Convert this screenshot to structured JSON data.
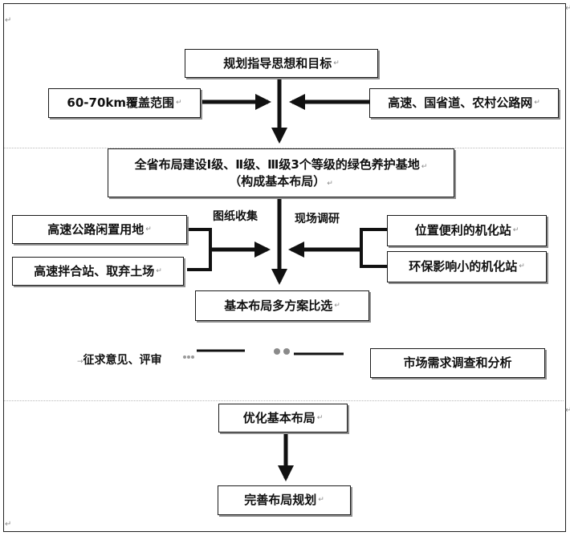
{
  "nodes": {
    "guide": "规划指导思想和目标",
    "coverage": "60-70km覆盖范围",
    "network": "高速、国省道、农村公路网",
    "layout_line1": "全省布局建设Ⅰ级、Ⅱ级、Ⅲ级3个等级的绿色养护基地",
    "layout_line2": "（构成基本布局）",
    "idle_land": "高速公路闲置用地",
    "mixing_station": "高速拌合站、取弃土场",
    "convenient_station": "位置便利的机化站",
    "eco_station": "环保影响小的机化站",
    "compare": "基本布局多方案比选",
    "optimize": "优化基本布局",
    "final": "完善布局规划",
    "market": "市场需求调查和分析"
  },
  "labels": {
    "drawings": "图纸收集",
    "survey": "现场调研",
    "opinions": "征求意见、评审"
  },
  "marks": {
    "return": "↵",
    "tab": "→"
  }
}
